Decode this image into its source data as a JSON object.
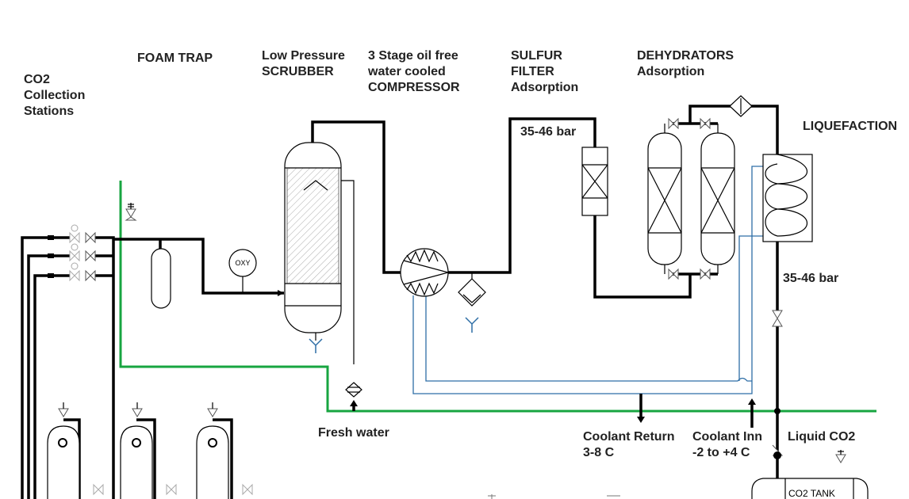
{
  "labels": {
    "co2_collection": [
      "CO2",
      "Collection",
      "Stations"
    ],
    "foam_trap": "FOAM TRAP",
    "scrubber": [
      "Low Pressure",
      "SCRUBBER"
    ],
    "compressor": [
      "3 Stage oil free",
      "water cooled",
      "COMPRESSOR"
    ],
    "sulfur_filter": [
      "SULFUR",
      "FILTER",
      "Adsorption"
    ],
    "dehydrators": [
      "DEHYDRATORS",
      "Adsorption"
    ],
    "liquefaction": "LIQUEFACTION",
    "pressure_top": "35-46 bar",
    "pressure_right": "35-46 bar",
    "fresh_water": "Fresh water",
    "coolant_return": [
      "Coolant Return",
      "3-8 C"
    ],
    "coolant_inn": [
      "Coolant Inn",
      "-2 to +4 C"
    ],
    "liquid_co2": "Liquid CO2",
    "co2_tank": "CO2 TANK",
    "oxy_sensor": "OXY"
  },
  "colors": {
    "process_pipe": "#000000",
    "water_line": "#17a540",
    "coolant_line": "#2e6ea6"
  }
}
